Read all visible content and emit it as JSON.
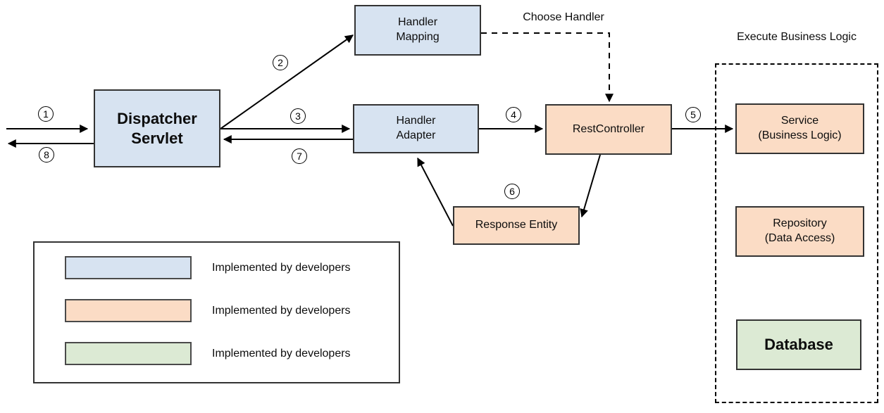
{
  "diagram": {
    "nodes": {
      "dispatcher_servlet": {
        "label": "Dispatcher\nServlet",
        "fill": "#d7e3f1"
      },
      "handler_mapping": {
        "label": "Handler\nMapping",
        "fill": "#d7e3f1"
      },
      "handler_adapter": {
        "label": "Handler\nAdapter",
        "fill": "#d7e3f1"
      },
      "rest_controller": {
        "label": "RestController",
        "fill": "#fbdcc5"
      },
      "response_entity": {
        "label": "Response Entity",
        "fill": "#fbdcc5"
      },
      "service": {
        "label": "Service\n(Business Logic)",
        "fill": "#fbdcc5"
      },
      "repository": {
        "label": "Repository\n(Data Access)",
        "fill": "#fbdcc5"
      },
      "database": {
        "label": "Database",
        "fill": "#dcead4"
      }
    },
    "annotations": {
      "choose_handler": "Choose Handler",
      "execute_business_logic": "Execute Business Logic"
    },
    "steps": [
      "1",
      "2",
      "3",
      "4",
      "5",
      "6",
      "7",
      "8"
    ],
    "colors": {
      "developer_blue": "#d7e3f1",
      "controller_orange": "#fbdcc5",
      "database_green": "#dcead4",
      "line_black": "#000000",
      "box_border": "#333333"
    }
  },
  "legend": {
    "items": [
      {
        "color": "#d7e3f1",
        "label": "Implemented by developers"
      },
      {
        "color": "#fbdcc5",
        "label": "Implemented by developers"
      },
      {
        "color": "#dcead4",
        "label": "Implemented by developers"
      }
    ]
  }
}
